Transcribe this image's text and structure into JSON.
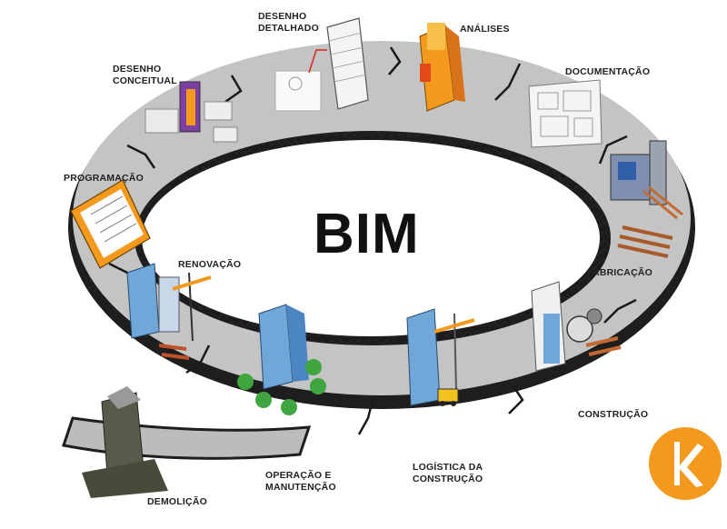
{
  "title": "BIM",
  "stages": {
    "desenho_detalhado": [
      "DESENHO",
      "DETALHADO"
    ],
    "analises": [
      "ANÁLISES"
    ],
    "documentacao": [
      "DOCUMENTAÇÃO"
    ],
    "desenho_conceitual": [
      "DESENHO",
      "CONCEITUAL"
    ],
    "programacao": [
      "PROGRAMAÇÃO"
    ],
    "fabricacao": [
      "FABRICAÇÃO"
    ],
    "renovacao": [
      "RENOVAÇÃO"
    ],
    "construcao": [
      "CONSTRUÇÃO"
    ],
    "logistica": [
      "LOGÍSTICA DA",
      "CONSTRUÇÃO"
    ],
    "operacao": [
      "OPERAÇÃO E",
      "MANUTENÇÃO"
    ],
    "demolicao": [
      "DEMOLIÇÃO"
    ]
  },
  "colors": {
    "ring_gray": "#bfbfbf",
    "ring_edge": "#1a1a1a",
    "accent_orange": "#f39a1e"
  }
}
